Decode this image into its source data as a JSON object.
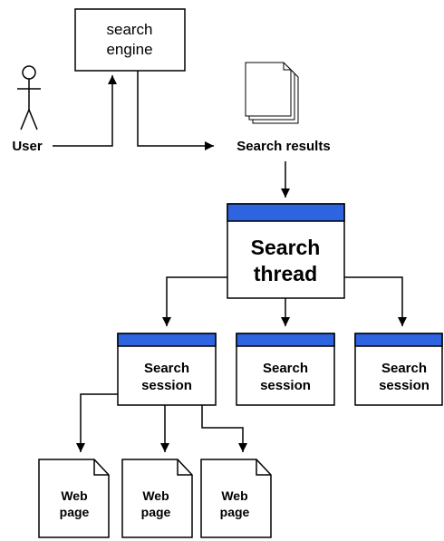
{
  "diagram": {
    "search_engine": {
      "line1": "search",
      "line2": "engine"
    },
    "user_label": "User",
    "search_results_label": "Search results",
    "search_thread": {
      "line1": "Search",
      "line2": "thread"
    },
    "sessions": [
      {
        "line1": "Search",
        "line2": "session"
      },
      {
        "line1": "Search",
        "line2": "session"
      },
      {
        "line1": "Search",
        "line2": "session"
      }
    ],
    "web_pages": [
      {
        "line1": "Web",
        "line2": "page"
      },
      {
        "line1": "Web",
        "line2": "page"
      },
      {
        "line1": "Web",
        "line2": "page"
      }
    ],
    "colors": {
      "header_blue": "#2e64e0",
      "outline": "#000000",
      "background": "#ffffff"
    }
  }
}
